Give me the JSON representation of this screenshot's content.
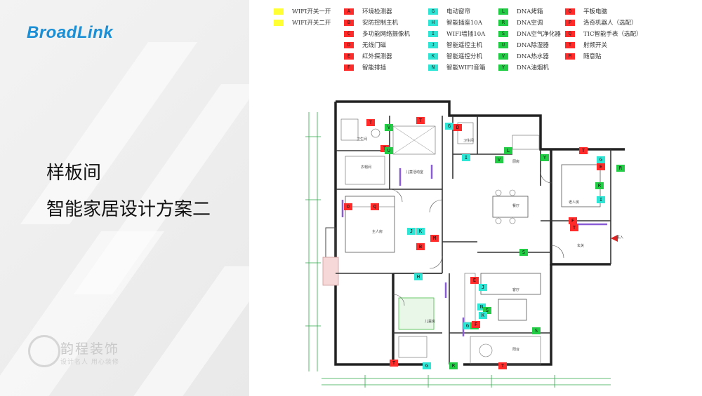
{
  "brand": {
    "logo_text": "BroadLink",
    "accent": "#1b8fd6"
  },
  "title": {
    "line1": "样板间",
    "line2": "智能家居设计方案二"
  },
  "watermark": {
    "name": "韵程装饰",
    "slogan": "设计名人  用心装修"
  },
  "legend": [
    {
      "code": "",
      "label": "WIFI开关一开",
      "color": "#ffff33"
    },
    {
      "code": "",
      "label": "WIFI开关二开",
      "color": "#ffff33"
    },
    {
      "code": "A",
      "label": "环境检测器",
      "color": "#ff2a2a"
    },
    {
      "code": "B",
      "label": "安防控制主机",
      "color": "#ff2a2a"
    },
    {
      "code": "C",
      "label": "多功能网络摄像机",
      "color": "#ff2a2a"
    },
    {
      "code": "D",
      "label": "无线门磁",
      "color": "#ff2a2a"
    },
    {
      "code": "E",
      "label": "红外探测器",
      "color": "#ff2a2a"
    },
    {
      "code": "F",
      "label": "智能排插",
      "color": "#ff2a2a"
    },
    {
      "code": "G",
      "label": "电动窗帘",
      "color": "#2ee6d6"
    },
    {
      "code": "H",
      "label": "智能插座10A",
      "color": "#2ee6d6"
    },
    {
      "code": "I",
      "label": "WIFI墙插10A",
      "color": "#2ee6d6"
    },
    {
      "code": "J",
      "label": "智能遥控主机",
      "color": "#2ee6d6"
    },
    {
      "code": "K",
      "label": "智能遥控分机",
      "color": "#2ee6d6"
    },
    {
      "code": "N",
      "label": "智能WIFI音箱",
      "color": "#2ee6d6"
    },
    {
      "code": "L",
      "label": "DNA烤箱",
      "color": "#22cc44"
    },
    {
      "code": "R",
      "label": "DNA空调",
      "color": "#22cc44"
    },
    {
      "code": "S",
      "label": "DNA空气净化器",
      "color": "#22cc44"
    },
    {
      "code": "U",
      "label": "DNA除湿器",
      "color": "#22cc44"
    },
    {
      "code": "V",
      "label": "DNA热水器",
      "color": "#22cc44"
    },
    {
      "code": "Y",
      "label": "DNA油烟机",
      "color": "#22cc44"
    },
    {
      "code": "O",
      "label": "平板电脑",
      "color": "#ff2a2a"
    },
    {
      "code": "P",
      "label": "洛奇机器人（选配）",
      "color": "#ff2a2a"
    },
    {
      "code": "Q",
      "label": "TIC智能手表（选配）",
      "color": "#ff2a2a"
    },
    {
      "code": "T",
      "label": "射频开关",
      "color": "#ff2a2a"
    },
    {
      "code": "M",
      "label": "随意贴",
      "color": "#ff2a2a"
    }
  ],
  "plan": {
    "rooms": [
      "卫生间",
      "衣帽间",
      "儿童活动室",
      "主人房",
      "厨房",
      "卫生间",
      "老人房",
      "餐厅",
      "客厅",
      "儿童房",
      "阳台",
      "玄关",
      "进入"
    ],
    "markers": [
      {
        "code": "T",
        "color": "#ff2a2a"
      },
      {
        "code": "V",
        "color": "#22cc44"
      },
      {
        "code": "T",
        "color": "#ff2a2a"
      },
      {
        "code": "U",
        "color": "#22cc44"
      },
      {
        "code": "T",
        "color": "#ff2a2a"
      },
      {
        "code": "G",
        "color": "#2ee6d6"
      },
      {
        "code": "D",
        "color": "#ff2a2a"
      },
      {
        "code": "I",
        "color": "#2ee6d6"
      },
      {
        "code": "L",
        "color": "#22cc44"
      },
      {
        "code": "V",
        "color": "#22cc44"
      },
      {
        "code": "Y",
        "color": "#22cc44"
      },
      {
        "code": "T",
        "color": "#ff2a2a"
      },
      {
        "code": "R",
        "color": "#22cc44"
      },
      {
        "code": "E",
        "color": "#ff2a2a"
      },
      {
        "code": "G",
        "color": "#2ee6d6"
      },
      {
        "code": "I",
        "color": "#2ee6d6"
      },
      {
        "code": "R",
        "color": "#22cc44"
      },
      {
        "code": "F",
        "color": "#ff2a2a"
      },
      {
        "code": "T",
        "color": "#ff2a2a"
      },
      {
        "code": "S",
        "color": "#22cc44"
      },
      {
        "code": "J",
        "color": "#2ee6d6"
      },
      {
        "code": "K",
        "color": "#2ee6d6"
      },
      {
        "code": "B",
        "color": "#ff2a2a"
      },
      {
        "code": "M",
        "color": "#ff2a2a"
      },
      {
        "code": "H",
        "color": "#2ee6d6"
      },
      {
        "code": "N",
        "color": "#2ee6d6"
      },
      {
        "code": "J",
        "color": "#2ee6d6"
      },
      {
        "code": "E",
        "color": "#ff2a2a"
      },
      {
        "code": "G",
        "color": "#2ee6d6"
      },
      {
        "code": "S",
        "color": "#22cc44"
      },
      {
        "code": "R",
        "color": "#22cc44"
      },
      {
        "code": "K",
        "color": "#2ee6d6"
      },
      {
        "code": "F",
        "color": "#ff2a2a"
      },
      {
        "code": "S",
        "color": "#22cc44"
      },
      {
        "code": "T",
        "color": "#ff2a2a"
      },
      {
        "code": "G",
        "color": "#2ee6d6"
      },
      {
        "code": "R",
        "color": "#22cc44"
      },
      {
        "code": "T",
        "color": "#ff2a2a"
      },
      {
        "code": "Q",
        "color": "#ff2a2a"
      },
      {
        "code": "O",
        "color": "#ff2a2a"
      }
    ]
  }
}
